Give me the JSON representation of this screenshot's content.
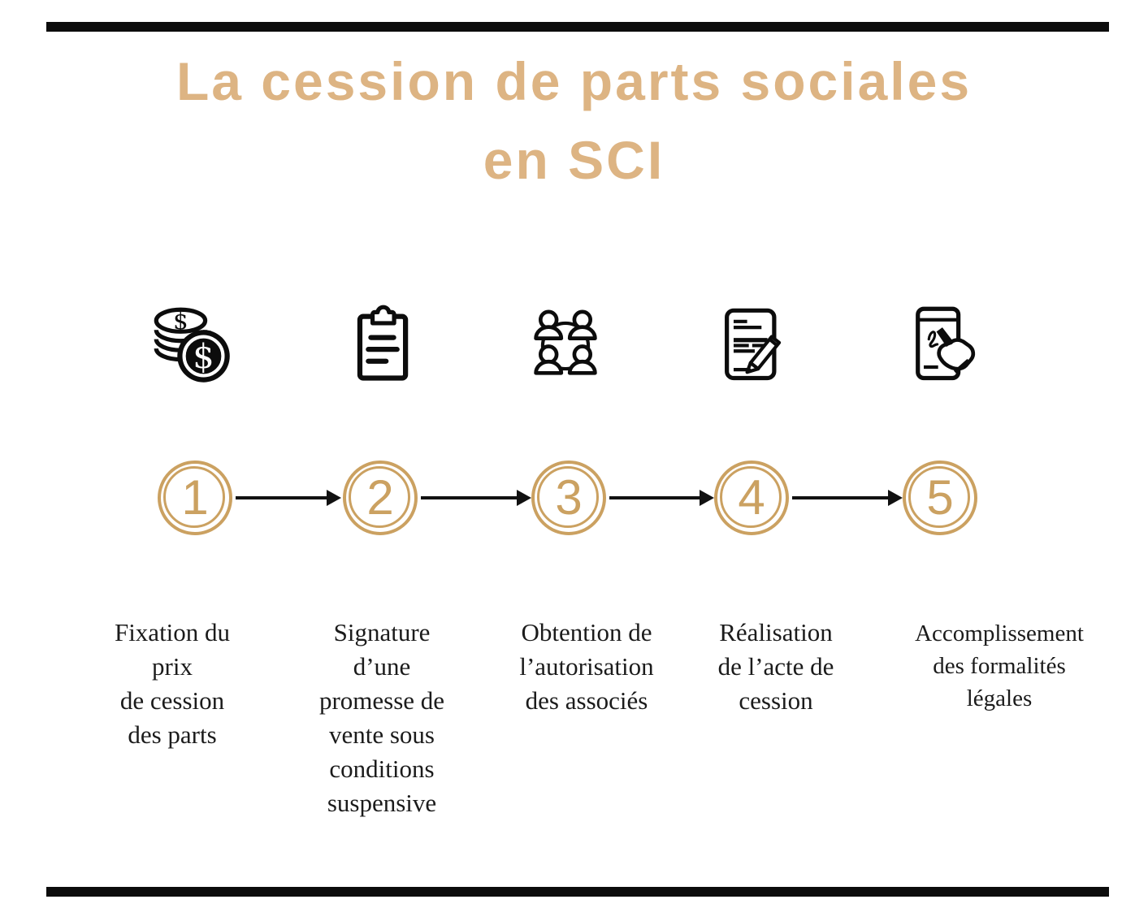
{
  "title": {
    "line1": "La cession de parts sociales",
    "line2": "en SCI"
  },
  "colors": {
    "title_gold": "#DDB483",
    "circle_gold": "#CBA161",
    "line_black": "#0C0C0C",
    "text_black": "#1B1B1B",
    "background": "#FFFFFF"
  },
  "steps": [
    {
      "number": "1",
      "icon": "dollar-coins-icon",
      "label_lines": [
        "Fixation du",
        "prix",
        "de cession",
        "des parts"
      ]
    },
    {
      "number": "2",
      "icon": "clipboard-icon",
      "label_lines": [
        "Signature",
        "d’une",
        "promesse de",
        "vente sous",
        "conditions",
        "suspensive"
      ]
    },
    {
      "number": "3",
      "icon": "meeting-people-icon",
      "label_lines": [
        "Obtention de",
        "l’autorisation",
        "des associés"
      ]
    },
    {
      "number": "4",
      "icon": "document-pen-icon",
      "label_lines": [
        "Réalisation",
        "de l’acte de",
        "cession"
      ]
    },
    {
      "number": "5",
      "icon": "tablet-signature-icon",
      "label_lines": [
        "Accomplissement",
        "des formalités",
        "légales"
      ]
    }
  ]
}
